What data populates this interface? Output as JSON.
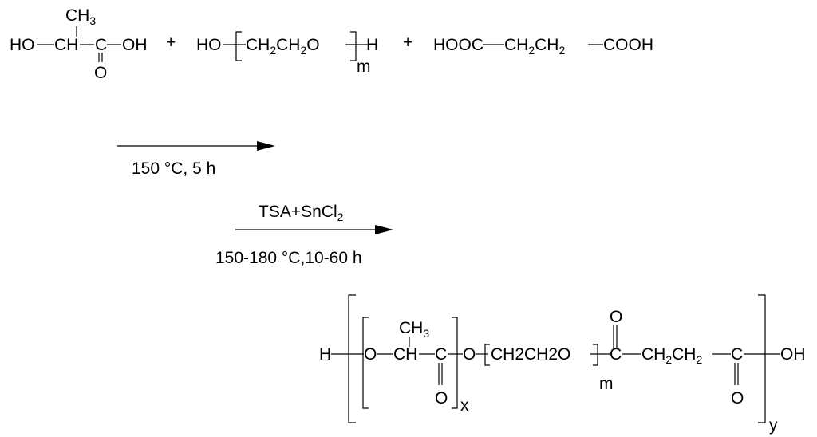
{
  "reactants": {
    "lactic_acid": {
      "ch3": "CH",
      "ch3_sub": "3",
      "ho": "HO",
      "ch": "CH",
      "c": "C",
      "oh": "OH",
      "o": "O"
    },
    "plus_1": "+",
    "peg": {
      "ho": "HO",
      "ch2_a": "CH",
      "sub_2a": "2",
      "ch2_b": "CH",
      "sub_2b": "2",
      "o": "O",
      "h": "H",
      "m": "m"
    },
    "plus_2": "+",
    "succinic_acid": {
      "hooc": "HOOC",
      "ch2_a": "CH",
      "sub_2a": "2",
      "ch2_b": "CH",
      "sub_2b": "2",
      "cooh": "COOH"
    }
  },
  "step1": {
    "condition": "150 °C, 5 h"
  },
  "step2": {
    "catalyst_main": "TSA+SnCl",
    "catalyst_sub": "2",
    "condition": "150-180 °C,10-60 h"
  },
  "product": {
    "h": "H",
    "o1": "O",
    "ch": "CH",
    "ch3": "CH",
    "ch3_sub": "3",
    "c1": "C",
    "o_carbonyl1": "O",
    "x": "x",
    "o2": "O",
    "peg": "CH2CH2O",
    "m": "m",
    "c2": "C",
    "o_carbonyl2": "O",
    "ch2_a": "CH",
    "sub_2a": "2",
    "ch2_b": "CH",
    "sub_2b": "2",
    "c3": "C",
    "o_carbonyl3": "O",
    "oh": "OH",
    "y": "y"
  }
}
